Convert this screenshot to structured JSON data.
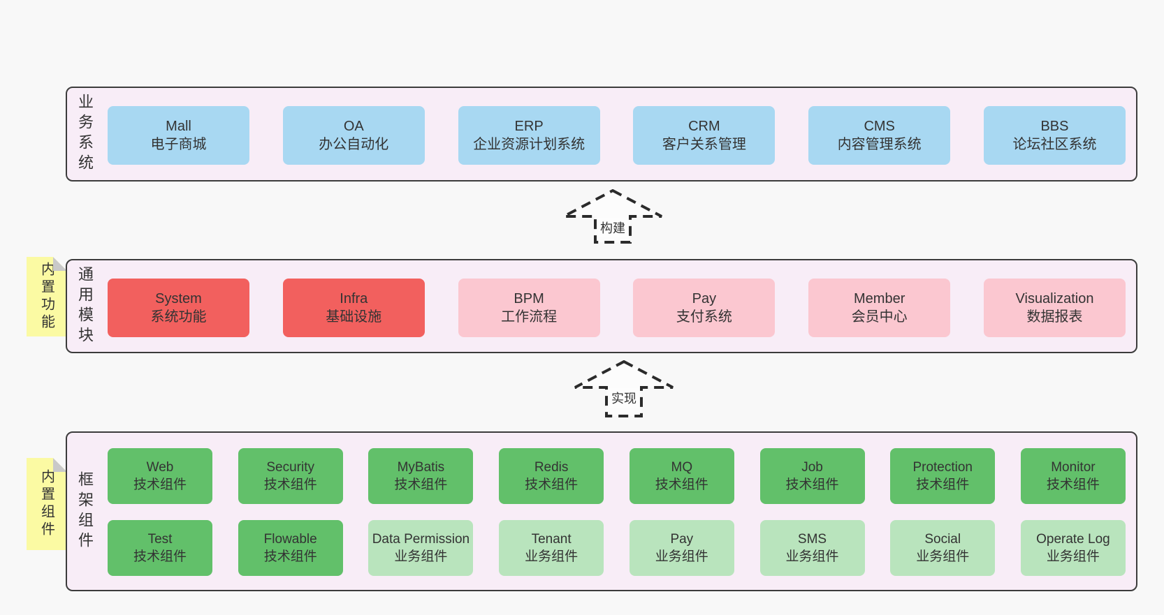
{
  "colors": {
    "page_bg": "#f8f8f8",
    "panel_bg": "#f8edf7",
    "panel_border": "#3c3c3c",
    "blue": "#a8d8f2",
    "red": "#f2605e",
    "pink": "#fbc7d0",
    "green_dark": "#62c06a",
    "green_light": "#b9e4bd",
    "sticky_yellow": "#fbfaa3",
    "sticky_fold": "#c9c9c9",
    "text": "#333333",
    "arrow_stroke": "#2b2b2b"
  },
  "business_row": {
    "label": "业务系统",
    "boxes": [
      {
        "title": "Mall",
        "subtitle": "电子商城"
      },
      {
        "title": "OA",
        "subtitle": "办公自动化"
      },
      {
        "title": "ERP",
        "subtitle": "企业资源计划系统"
      },
      {
        "title": "CRM",
        "subtitle": "客户关系管理"
      },
      {
        "title": "CMS",
        "subtitle": "内容管理系统"
      },
      {
        "title": "BBS",
        "subtitle": "论坛社区系统"
      }
    ]
  },
  "build_arrow": {
    "label": "构建"
  },
  "modules_row": {
    "sticky": "内置功能",
    "label": "通用模块",
    "boxes": [
      {
        "title": "System",
        "subtitle": "系统功能",
        "variant": "red"
      },
      {
        "title": "Infra",
        "subtitle": "基础设施",
        "variant": "red"
      },
      {
        "title": "BPM",
        "subtitle": "工作流程",
        "variant": "pink"
      },
      {
        "title": "Pay",
        "subtitle": "支付系统",
        "variant": "pink"
      },
      {
        "title": "Member",
        "subtitle": "会员中心",
        "variant": "pink"
      },
      {
        "title": "Visualization",
        "subtitle": "数据报表",
        "variant": "pink"
      }
    ]
  },
  "implement_arrow": {
    "label": "实现"
  },
  "components_row": {
    "sticky": "内置组件",
    "label": "框架组件",
    "top_boxes": [
      {
        "title": "Web",
        "subtitle": "技术组件",
        "variant": "green-dark"
      },
      {
        "title": "Security",
        "subtitle": "技术组件",
        "variant": "green-dark"
      },
      {
        "title": "MyBatis",
        "subtitle": "技术组件",
        "variant": "green-dark"
      },
      {
        "title": "Redis",
        "subtitle": "技术组件",
        "variant": "green-dark"
      },
      {
        "title": "MQ",
        "subtitle": "技术组件",
        "variant": "green-dark"
      },
      {
        "title": "Job",
        "subtitle": "技术组件",
        "variant": "green-dark"
      },
      {
        "title": "Protection",
        "subtitle": "技术组件",
        "variant": "green-dark"
      },
      {
        "title": "Monitor",
        "subtitle": "技术组件",
        "variant": "green-dark"
      }
    ],
    "bottom_boxes": [
      {
        "title": "Test",
        "subtitle": "技术组件",
        "variant": "green-dark"
      },
      {
        "title": "Flowable",
        "subtitle": "技术组件",
        "variant": "green-dark"
      },
      {
        "title": "Data Permission",
        "subtitle": "业务组件",
        "variant": "green-light"
      },
      {
        "title": "Tenant",
        "subtitle": "业务组件",
        "variant": "green-light"
      },
      {
        "title": "Pay",
        "subtitle": "业务组件",
        "variant": "green-light"
      },
      {
        "title": "SMS",
        "subtitle": "业务组件",
        "variant": "green-light"
      },
      {
        "title": "Social",
        "subtitle": "业务组件",
        "variant": "green-light"
      },
      {
        "title": "Operate Log",
        "subtitle": "业务组件",
        "variant": "green-light"
      }
    ]
  }
}
